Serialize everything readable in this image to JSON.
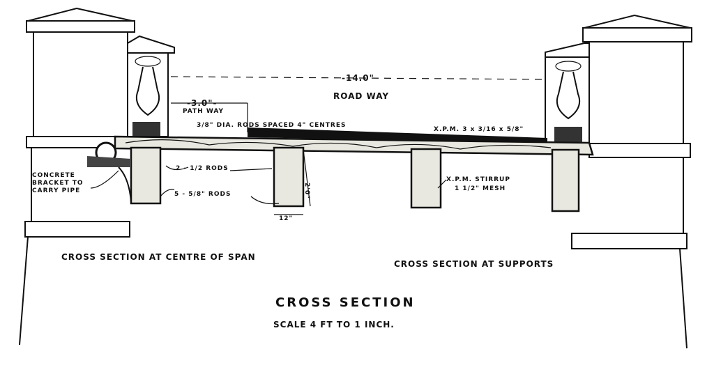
{
  "drawing": {
    "dim_roadway": "-14.0\"",
    "roadway_label": "ROAD WAY",
    "dim_pathway": "-3.0\"-",
    "pathway_label": "PATH WAY",
    "rods_spacing": "3/8\" DIA. RODS SPACED 4\" CENTRES",
    "xpm_label": "X.P.M. 3 x 3/16 x 5/8\"",
    "bracket_label": [
      "CONCRETE",
      "BRACKET TO",
      "CARRY PIPE"
    ],
    "rods_top": "2 - 1/2 RODS",
    "rods_bottom": "5 - 5/8\" RODS",
    "beam_width": "12\"",
    "beam_depth": "2'0\"",
    "stirrup_label": [
      "X.P.M. STIRRUP",
      "1 1/2\" MESH"
    ],
    "caption_left": "CROSS SECTION AT CENTRE OF SPAN",
    "caption_right": "CROSS SECTION AT SUPPORTS",
    "title": "CROSS SECTION",
    "scale": "SCALE 4 FT TO 1 INCH."
  }
}
